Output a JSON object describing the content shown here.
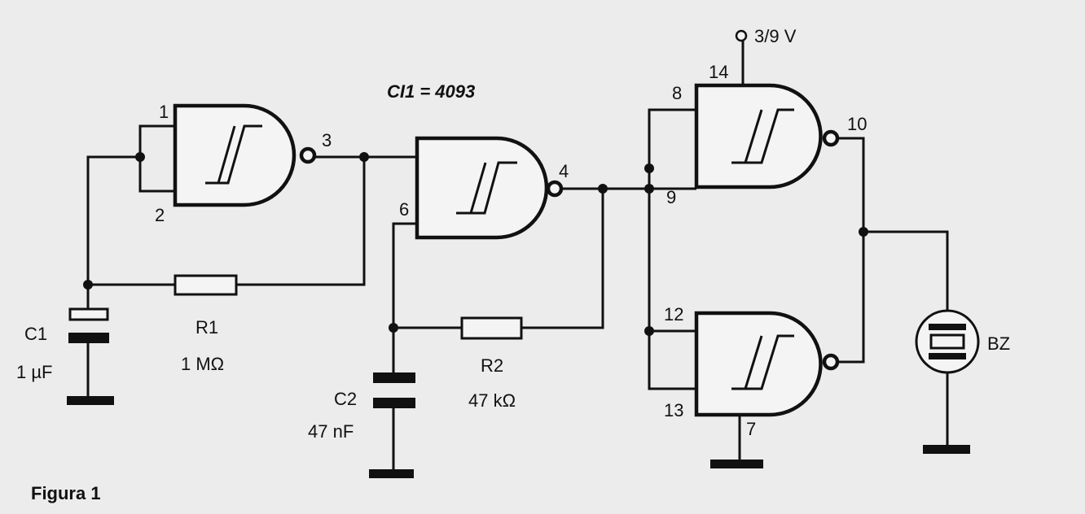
{
  "title": "CI1 = 4093",
  "caption": "Figura 1",
  "supply": "3/9 V",
  "pins": {
    "p1": "1",
    "p2": "2",
    "p3": "3",
    "p4": "4",
    "p6": "6",
    "p7": "7",
    "p8": "8",
    "p9": "9",
    "p10": "10",
    "p12": "12",
    "p13": "13",
    "p14": "14"
  },
  "components": {
    "c1": {
      "name": "C1",
      "value": "1 µF"
    },
    "r1": {
      "name": "R1",
      "value": "1 MΩ"
    },
    "c2": {
      "name": "C2",
      "value": "47 nF"
    },
    "r2": {
      "name": "R2",
      "value": "47 kΩ"
    },
    "bz": {
      "name": "BZ"
    }
  }
}
